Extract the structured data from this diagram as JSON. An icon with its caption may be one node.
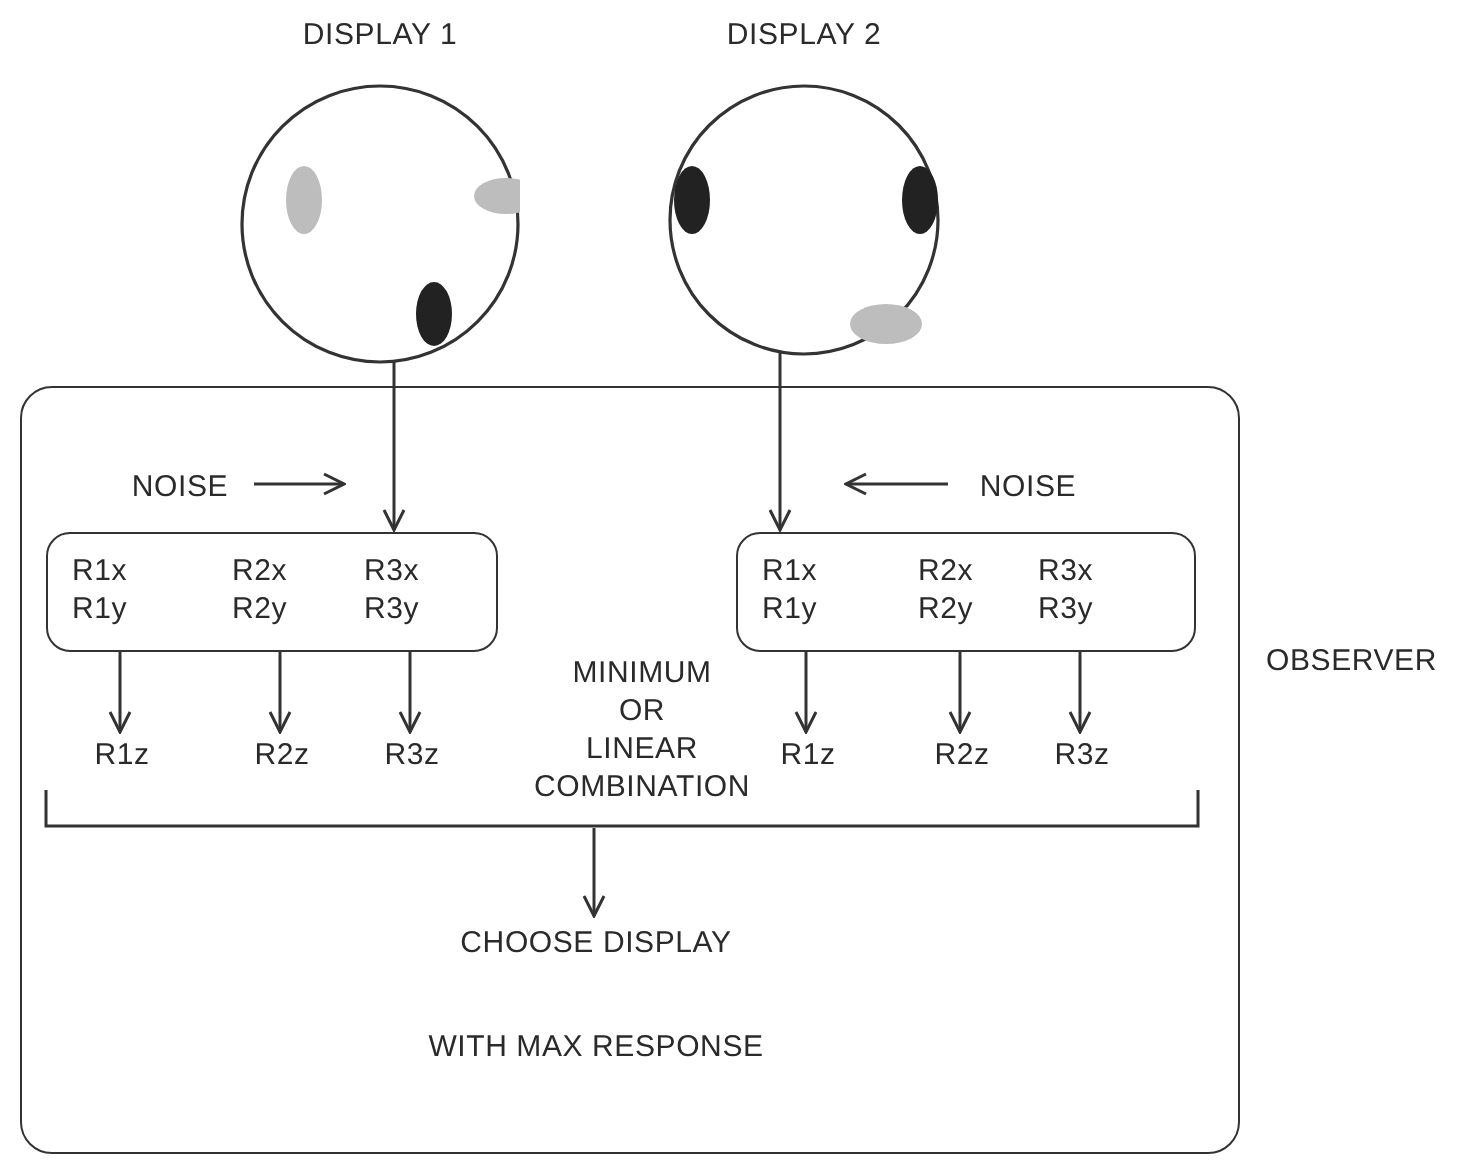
{
  "diagram": {
    "nodes": [
      {
        "text": [
          "DISPLAY 1"
        ]
      },
      {
        "text": [
          "DISPLAY 2"
        ]
      },
      {
        "text": [
          "OBSERVER"
        ]
      },
      {
        "text": [
          "NOISE"
        ],
        "in": 2
      },
      {
        "text": [
          "R1x R1y",
          "R2x R2y",
          "R3x R3y"
        ],
        "in": 2
      },
      {
        "text": [
          "NOISE"
        ],
        "in": 2
      },
      {
        "text": [
          "R1x R1y",
          "R2x R2y",
          "R3x R3y"
        ],
        "in": 2
      },
      {
        "text": [
          "R1z"
        ],
        "in": 2
      },
      {
        "text": [
          "R2z"
        ],
        "in": 2
      },
      {
        "text": [
          "R3z"
        ],
        "in": 2
      },
      {
        "text": [
          "R1z"
        ],
        "in": 2
      },
      {
        "text": [
          "R2z"
        ],
        "in": 2
      },
      {
        "text": [
          "R3z"
        ],
        "in": 2
      },
      {
        "text": [
          "CHOOSE DISPLAY",
          "WITH MAX RESPONSE"
        ],
        "in": 2
      },
      {
        "text": [],
        "shape": "bracket",
        "in": 2
      }
    ],
    "edges": [
      {
        "from": 0,
        "to": 4,
        "arrow": "to"
      },
      {
        "from": 1,
        "to": 6,
        "arrow": "to"
      },
      {
        "from": 3,
        "to": 4,
        "arrow": "to"
      },
      {
        "from": 5,
        "to": 6,
        "arrow": "to"
      },
      {
        "from": 4,
        "to": 7,
        "arrow": "to"
      },
      {
        "from": 4,
        "to": 8,
        "arrow": "to"
      },
      {
        "from": 4,
        "to": 9,
        "arrow": "to"
      },
      {
        "from": 6,
        "to": 10,
        "arrow": "to"
      },
      {
        "from": 6,
        "to": 11,
        "arrow": "to"
      },
      {
        "from": 6,
        "to": 12,
        "arrow": "to"
      },
      {
        "from": 14,
        "to": 13,
        "arrow": "to"
      }
    ],
    "labels": [
      "MINIMUM OR LINEAR COMBINATION"
    ]
  }
}
